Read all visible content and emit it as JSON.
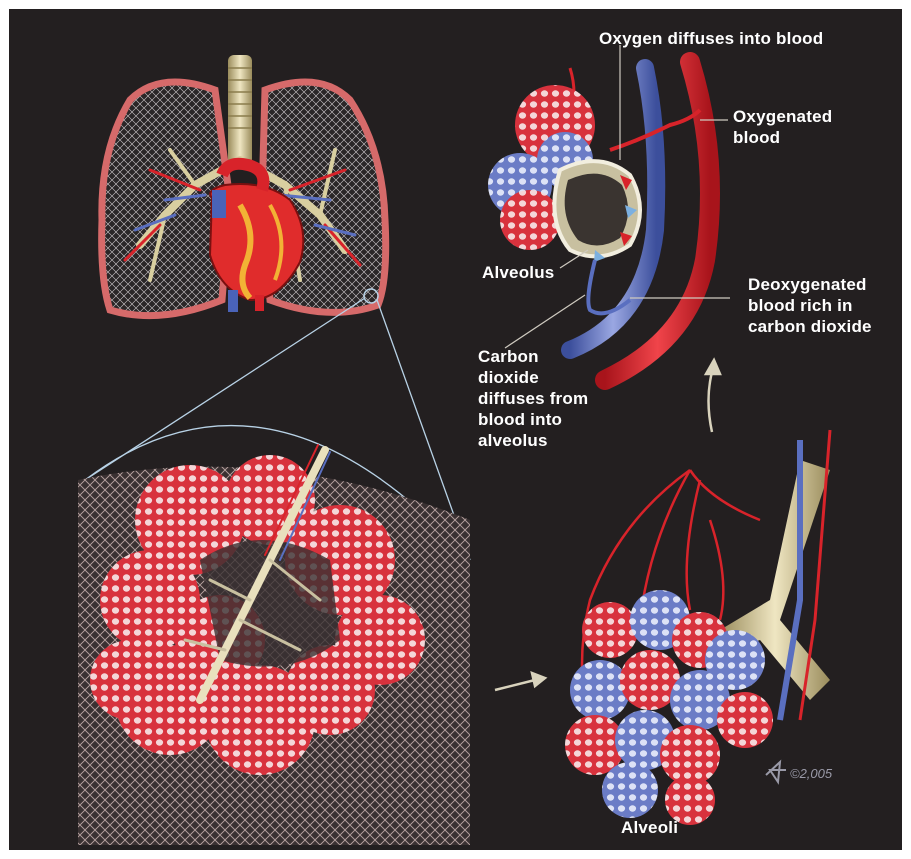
{
  "labels": {
    "oxygen": "Oxygen diffuses into blood",
    "oxygenated": "Oxygenated\nblood",
    "alveolus": "Alveolus",
    "deoxygenated": "Deoxygenated\nblood rich in\ncarbon dioxide",
    "carbon": "Carbon\ndioxide\ndiffuses from\nblood into\nalveolus",
    "alveoli": "Alveoli"
  },
  "signature": "©2,005",
  "colors": {
    "background": "#231f20",
    "artery": "#d8232a",
    "vein": "#5a6fc0",
    "airway": "#d9cfa0",
    "alveolus_red": "#d43a45",
    "alveolus_blue": "#7e8fd0"
  }
}
